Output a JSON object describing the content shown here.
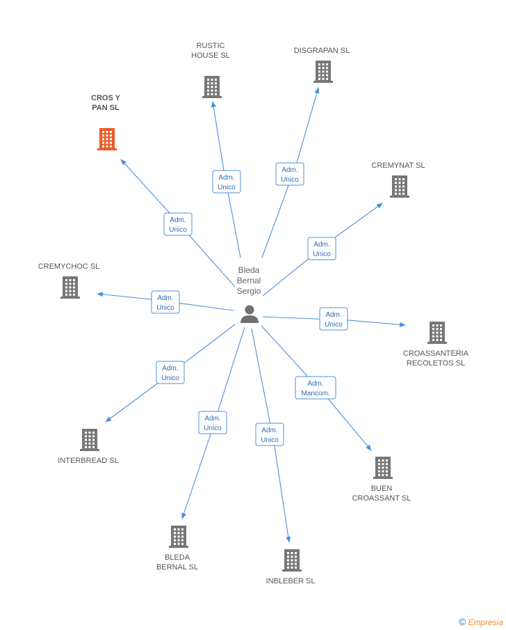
{
  "center": {
    "label_lines": [
      "Bleda",
      "Bernal",
      "Sergio"
    ],
    "icon": "person-icon"
  },
  "companies": [
    {
      "id": "cros-y-pan",
      "lines": [
        "CROS Y",
        "PAN SL"
      ],
      "highlight": true,
      "role": [
        "Adm.",
        "Unico"
      ]
    },
    {
      "id": "rustic-house",
      "lines": [
        "RUSTIC",
        "HOUSE SL"
      ],
      "highlight": false,
      "role": [
        "Adm.",
        "Unico"
      ]
    },
    {
      "id": "disgrapan",
      "lines": [
        "DISGRAPAN SL"
      ],
      "highlight": false,
      "role": [
        "Adm.",
        "Unico"
      ]
    },
    {
      "id": "cremynat",
      "lines": [
        "CREMYNAT SL"
      ],
      "highlight": false,
      "role": [
        "Adm.",
        "Unico"
      ]
    },
    {
      "id": "cremychoc",
      "lines": [
        "CREMYCHOC SL"
      ],
      "highlight": false,
      "role": [
        "Adm.",
        "Unico"
      ]
    },
    {
      "id": "croassanteria-recoletos",
      "lines": [
        "CROASSANTERIA",
        "RECOLETOS SL"
      ],
      "highlight": false,
      "role": [
        "Adm.",
        "Unico"
      ]
    },
    {
      "id": "interbread",
      "lines": [
        "INTERBREAD SL"
      ],
      "highlight": false,
      "role": [
        "Adm.",
        "Unico"
      ]
    },
    {
      "id": "buen-croassant",
      "lines": [
        "BUEN",
        "CROASSANT SL"
      ],
      "highlight": false,
      "role": [
        "Adm.",
        "Mancom."
      ]
    },
    {
      "id": "bleda-bernal",
      "lines": [
        "BLEDA",
        "BERNAL SL"
      ],
      "highlight": false,
      "role": [
        "Adm.",
        "Unico"
      ]
    },
    {
      "id": "inbleber",
      "lines": [
        "INBLEBER SL"
      ],
      "highlight": false,
      "role": [
        "Adm.",
        "Unico"
      ]
    }
  ],
  "colors": {
    "building": "#777777",
    "building_highlight": "#f05a28",
    "edge": "#4a90d9"
  },
  "icons": {
    "company": "building-icon",
    "center": "person-icon",
    "footer": "copyright-icon"
  },
  "footer": {
    "copyright": "©",
    "brand": "Empresia"
  }
}
